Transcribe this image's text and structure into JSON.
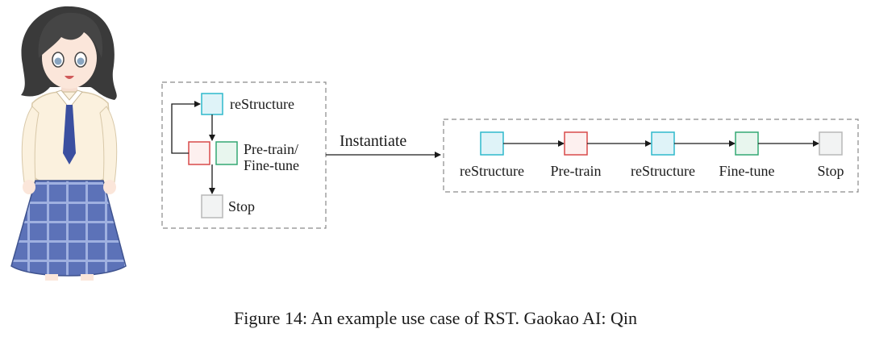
{
  "template": {
    "nodes": {
      "restructure": "reStructure",
      "pretrain_finetune_line1": "Pre-train/",
      "pretrain_finetune_line2": "Fine-tune",
      "stop": "Stop"
    }
  },
  "arrow_label": "Instantiate",
  "instance": {
    "steps": [
      {
        "label": "reStructure",
        "kind": "restructure"
      },
      {
        "label": "Pre-train",
        "kind": "pretrain"
      },
      {
        "label": "reStructure",
        "kind": "restructure"
      },
      {
        "label": "Fine-tune",
        "kind": "finetune"
      },
      {
        "label": "Stop",
        "kind": "stop"
      }
    ]
  },
  "caption": "Figure 14: An example use case of RST. Gaokao AI: Qin",
  "colors": {
    "restructure_stroke": "#2fb9cc",
    "restructure_fill": "#dff3f8",
    "pretrain_stroke": "#d84a4a",
    "pretrain_fill": "#fdf0ef",
    "finetune_stroke": "#34a874",
    "finetune_fill": "#e8f6ee",
    "stop_stroke": "#b8b8b8",
    "stop_fill": "#f2f3f3",
    "dashed_border": "#8a8a8a"
  },
  "icons": {
    "character": "anime-student-girl-illustration"
  }
}
